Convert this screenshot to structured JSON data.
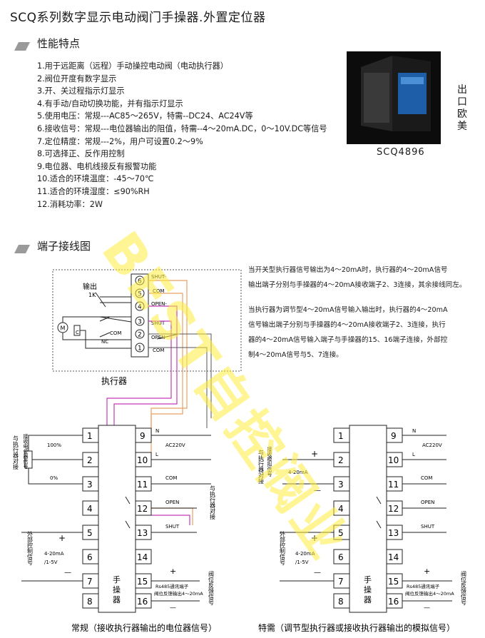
{
  "title": "SCQ系列数字显示电动阀门手操器.外置定位器",
  "features_heading": "性能特点",
  "features": [
    "1.用于远距离（远程）手动操控电动阀（电动执行器）",
    "2.阀位开度有数字显示",
    "3.开、关过程指示灯显示",
    "4.有手动/自动切换功能，并有指示灯显示",
    "5.使用电压：常规---AC85～265V，特需--DC24、AC24V等",
    "6.接收信号：常规---电位器输出的阻值，特需--4～20mA.DC，0～10V.DC等信号",
    "7.定位精度：常规---2%，用户可设置0.2～9%",
    "8.可选择正、反作用控制",
    "9.电位器、电机线接反有报警功能",
    "10.适合的环境温度：-45～70℃",
    "11.适合的环境湿度：≤90%RH",
    "12.消耗功率：2W"
  ],
  "product": {
    "model": "SCQ4896",
    "export_label": "出口欧美"
  },
  "wiring_heading": "端子接线图",
  "notes": [
    "当开关型执行器信号输出为4～20mA时，执行器的4～20mA信号",
    "输出端子分别与手操器的4～20mA接收端子2、3连接，其余接线同左。",
    "当执行器为调节型4～20mA信号输入输出时，执行器的4～20mA",
    "信号输出端子分别与手操器的4～20mA接收端子2、3连接，执行",
    "器的4～20mA信号输入端子与手操器的15、16端子连接，外部控",
    "制4～20mA信号与5、7连接。"
  ],
  "actuator": {
    "label": "执行器",
    "output_label": "输出",
    "k_label": "1K",
    "motor_label": "M",
    "c_label": "C",
    "com_label": "COM",
    "nc_label": "NC",
    "terminals": [
      "1",
      "2",
      "3",
      "4",
      "5",
      "6"
    ],
    "terminal_labels": [
      "SHUT-",
      "COM",
      "OPEN-",
      "SHUT",
      "OPEN",
      "COM"
    ]
  },
  "controller": {
    "label": "手操器",
    "left_terminals": [
      "1",
      "2",
      "3",
      "4",
      "5",
      "6",
      "7",
      "8"
    ],
    "right_terminals": [
      "9",
      "10",
      "11",
      "12",
      "13",
      "14",
      "15",
      "16"
    ],
    "n_label": "N",
    "l_label": "L",
    "ac_label": "AC220V",
    "com_label": "COM",
    "open_label": "OPEN",
    "shut_label": "SHUT",
    "rs485_line1": "Rs485通讯端子",
    "rs485_line2": "阀位反馈输出4～20mA",
    "plus": "+",
    "minus": "—"
  },
  "left_diagram": {
    "pot_side_label": "与执行器对接",
    "pot_side_label2": "接收电位器信号",
    "pct_100": "100%",
    "pct_0": "0%",
    "ext_label": "外部控制信号",
    "ext_range1": "4-20mA",
    "ext_range2": "/1-5V",
    "to_actuator": "与执行器对接",
    "feedback": "阀位反馈信号",
    "caption": "常规（接收执行器输出的电位器信号）"
  },
  "right_diagram": {
    "side_label": "与执行器对接",
    "side_label2": "接收模拟信号",
    "range": "4-20mA",
    "ext_label": "外部控制信号",
    "ext_range1": "4-20mA",
    "ext_range2": "/1-5V",
    "feedback": "阀位反馈信号",
    "caption": "特需（调节型执行器或接收执行器输出的模拟信号）"
  },
  "watermark": "BEST自控阀业",
  "colors": {
    "wire_magenta": "#c23bb6",
    "wire_orange": "#e8a060",
    "watermark": "#ffe93c",
    "device_body": "#111111",
    "device_screen": "#1e5ea8"
  }
}
